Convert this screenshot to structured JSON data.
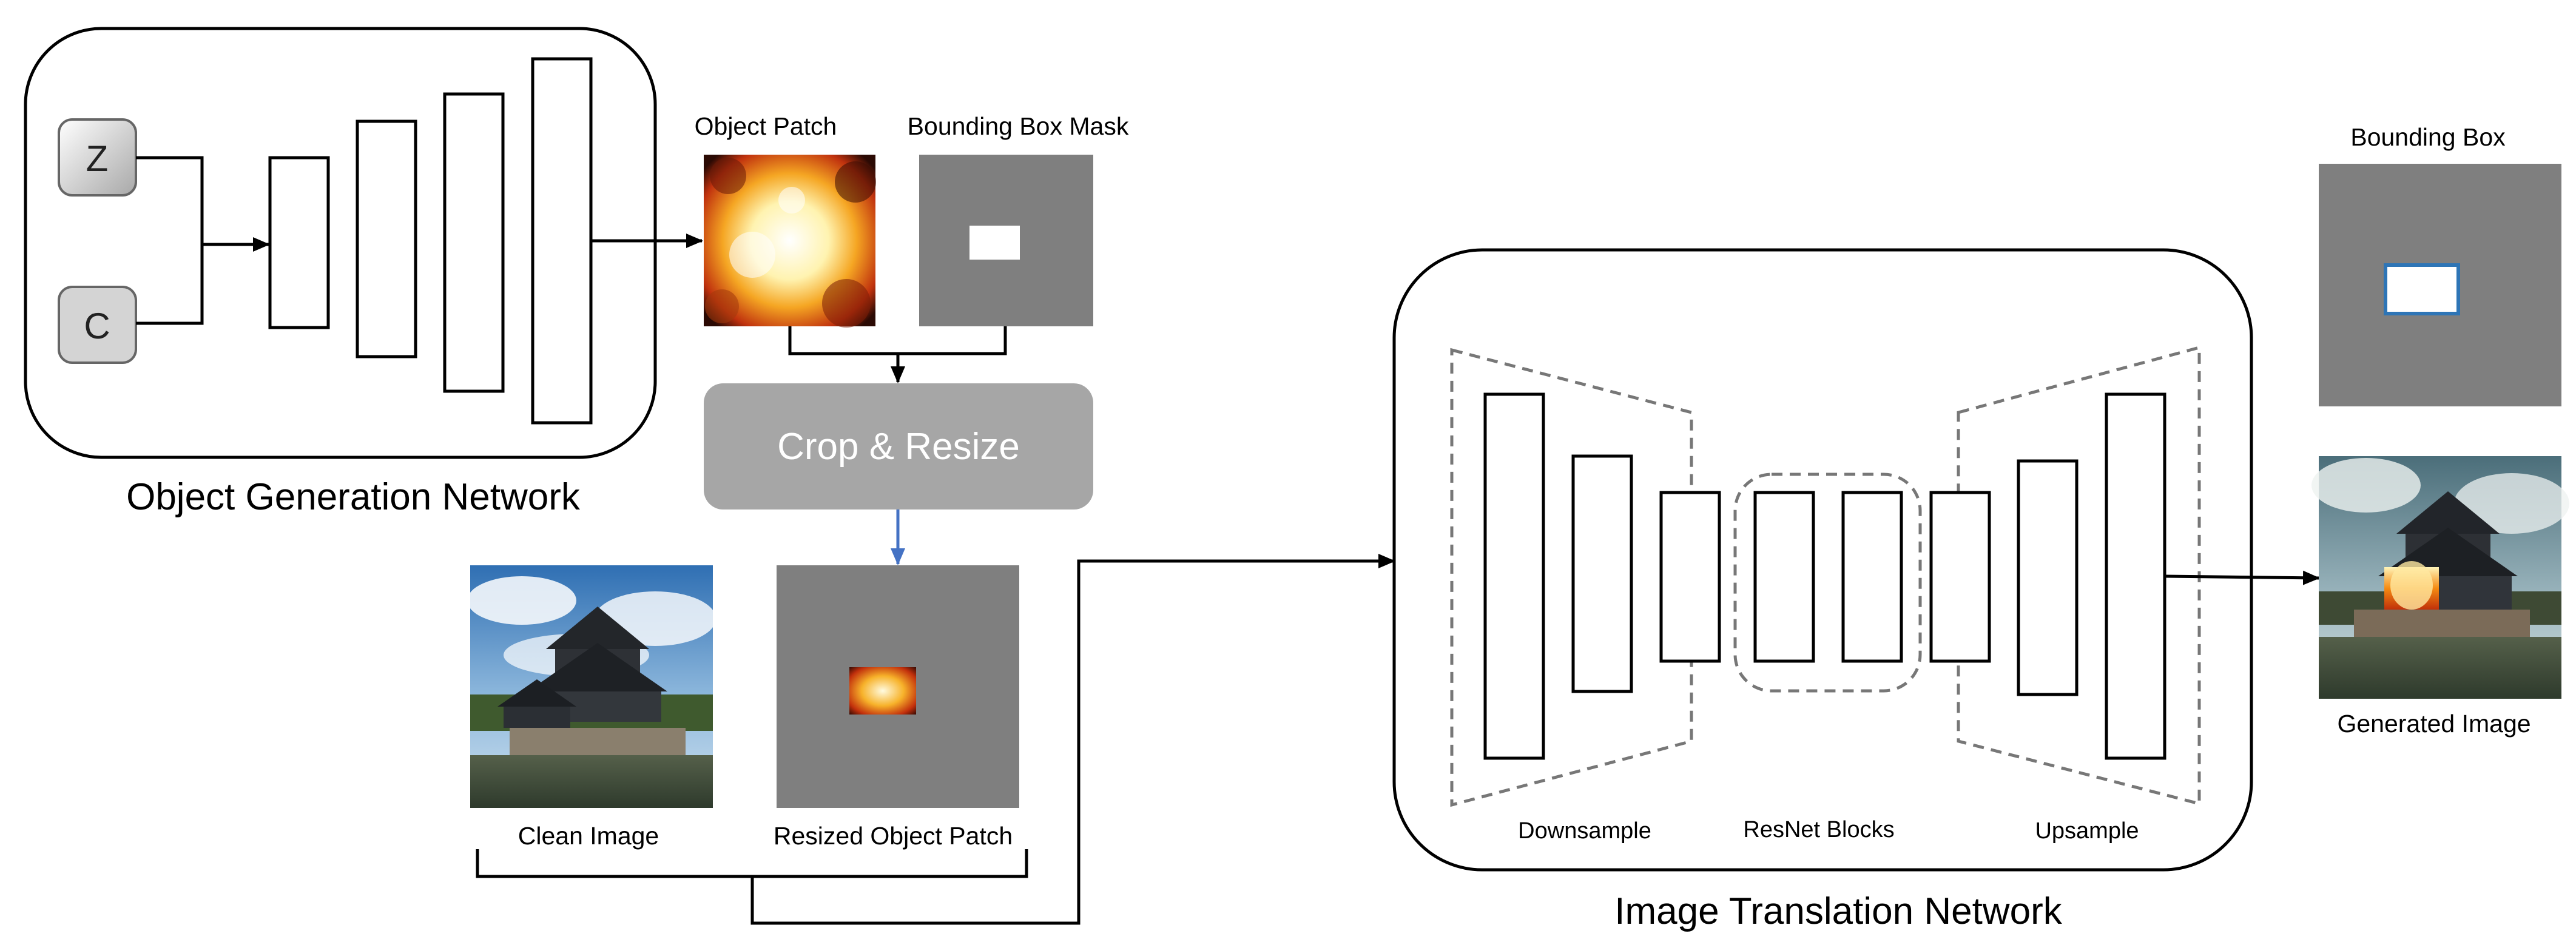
{
  "object_generation": {
    "title": "Object Generation Network",
    "input_z": "Z",
    "input_c": "C"
  },
  "object_patch_label": "Object Patch",
  "bounding_box_mask_label": "Bounding Box Mask",
  "crop_resize_label": "Crop & Resize",
  "clean_image_label": "Clean Image",
  "resized_object_patch_label": "Resized Object Patch",
  "image_translation": {
    "title": "Image Translation Network",
    "downsample_label": "Downsample",
    "resnet_label": "ResNet Blocks",
    "upsample_label": "Upsample"
  },
  "bounding_box_label": "Bounding Box",
  "generated_image_label": "Generated Image",
  "colors": {
    "mask_gray": "#7f7f7f",
    "crop_button": "#a6a6a6",
    "arrow_blue": "#4472c4",
    "box_blue": "#2e75b6",
    "fire_orange": "#f07a10"
  }
}
